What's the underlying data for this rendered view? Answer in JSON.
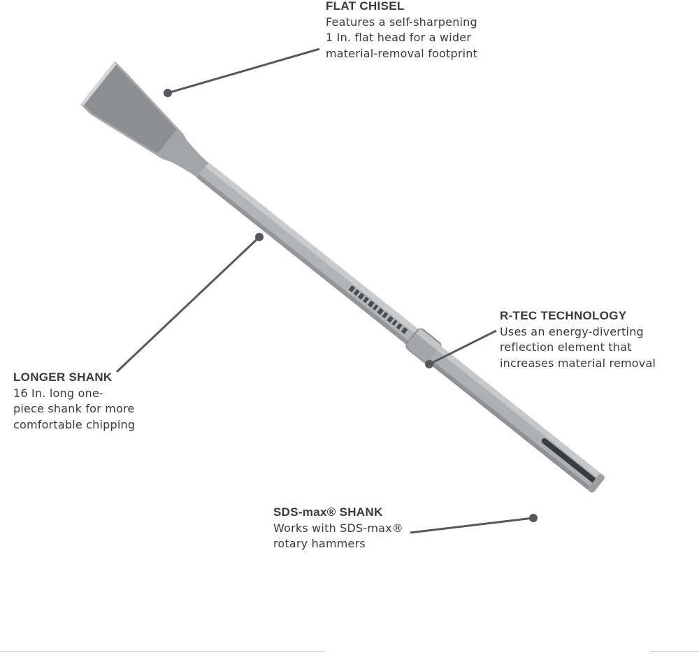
{
  "product": {
    "name": "Flat chisel bit with SDS-max shank",
    "colors": {
      "steel_light": "#b9bbbd",
      "steel_mid": "#9a9c9f",
      "steel_dark": "#6f7174",
      "face": "#8e9093",
      "leader": "#55585c",
      "text": "#2e2e2e"
    }
  },
  "callouts": {
    "flat_chisel": {
      "title": "FLAT CHISEL",
      "lines": [
        "Features a self-sharpening",
        "1 In. flat head for a wider",
        "material-removal footprint"
      ]
    },
    "rtec": {
      "title": "R-TEC TECHNOLOGY",
      "lines": [
        "Uses an energy-diverting",
        "reflection element that",
        "increases material removal"
      ]
    },
    "longer_shank": {
      "title": "LONGER SHANK",
      "lines": [
        "16 In. long one-",
        "piece shank for more",
        "comfortable chipping"
      ]
    },
    "sds_max": {
      "title": "SDS-max® SHANK",
      "lines": [
        "Works with SDS-max®",
        "rotary hammers"
      ]
    }
  }
}
